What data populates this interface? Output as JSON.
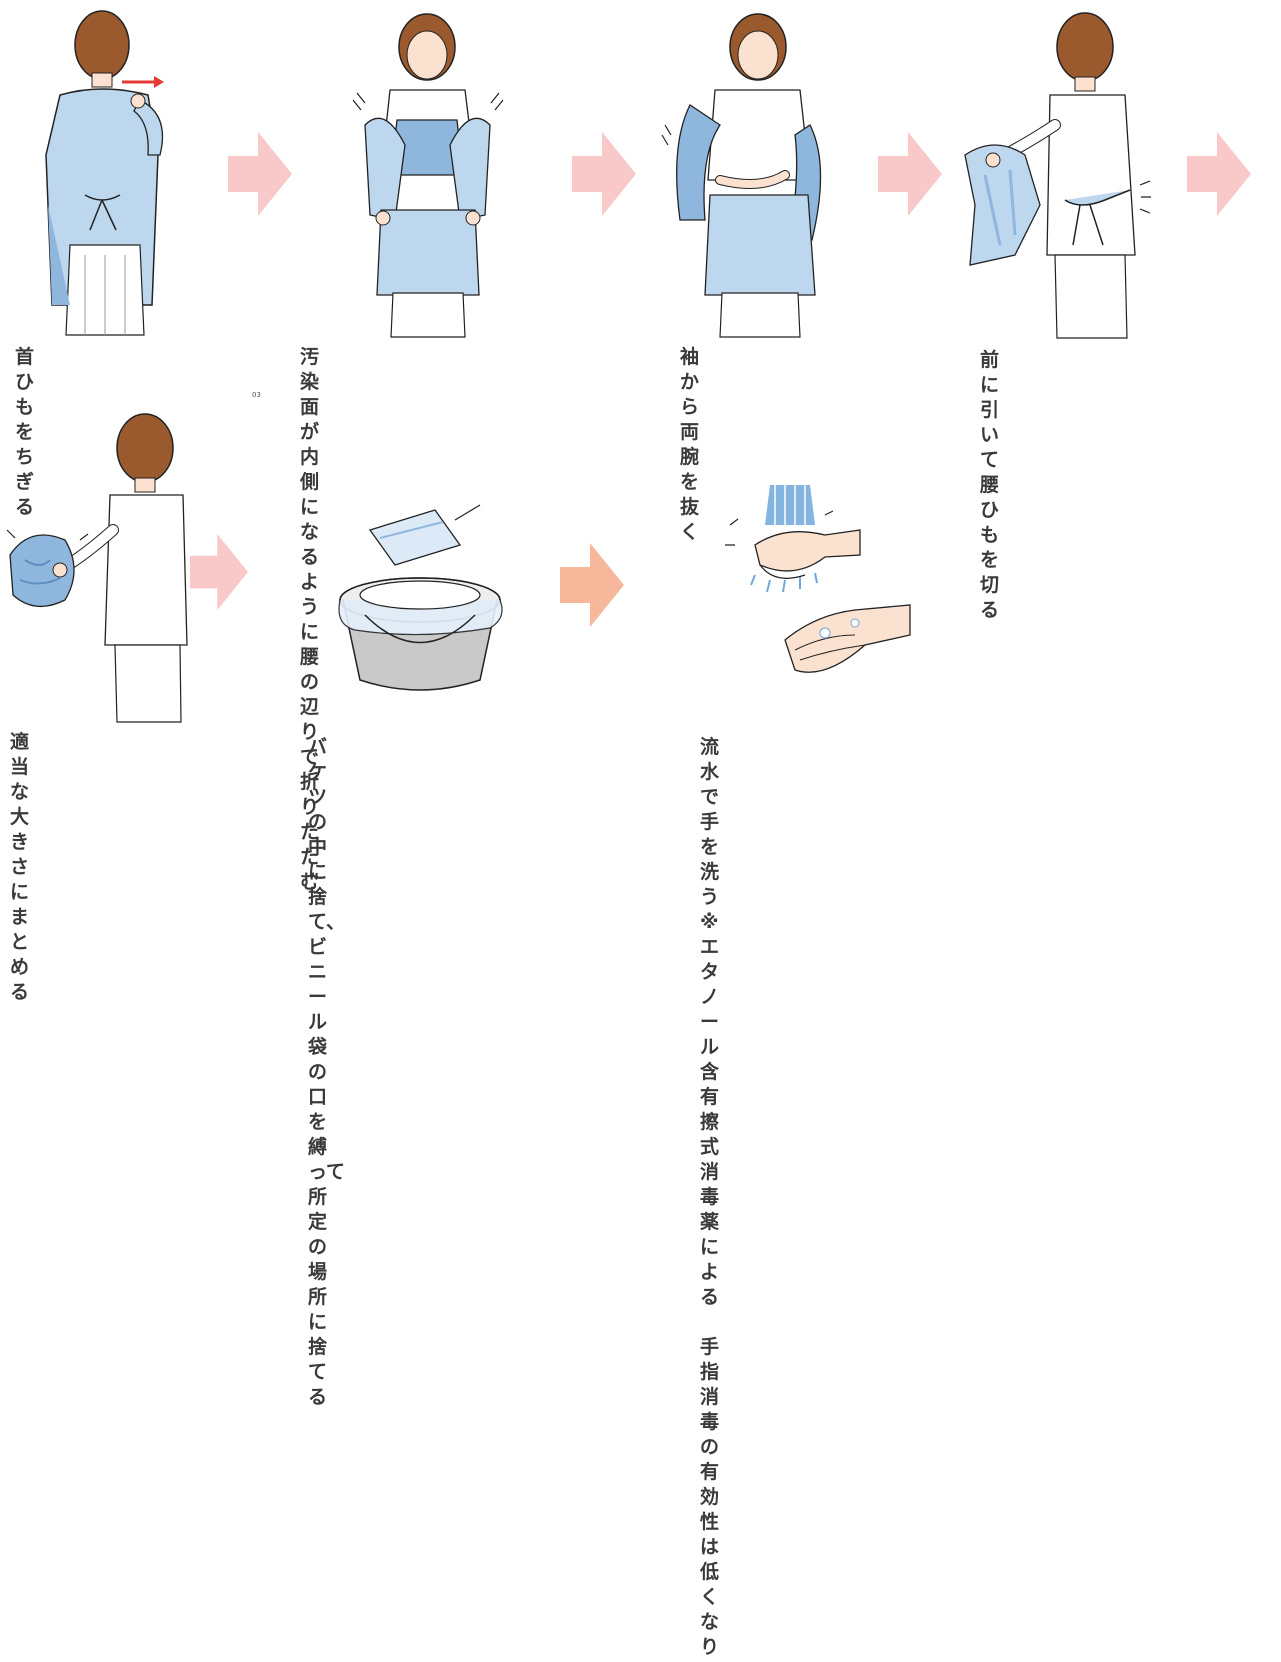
{
  "steps": [
    {
      "caption": "首ひもをちぎる"
    },
    {
      "caption": "汚染面が内側になるように\n腰の辺りで折りたたむ"
    },
    {
      "caption": "袖から両腕を抜く"
    },
    {
      "caption": "前に引いて腰ひもを切る"
    },
    {
      "caption": "適当な大きさにまとめる"
    },
    {
      "caption": "バケツの中に捨て、\nビニール袋の口を縛って\n所定の場所に捨てる"
    },
    {
      "caption": "流水で手を洗う\n※エタノール含有擦式消毒薬による\n　手指消毒の有効性は低くなります"
    }
  ],
  "mark": "03",
  "colors": {
    "gown": "#bcd7ee",
    "gown_dark": "#8fb6dc",
    "hair": "#9b5a2e",
    "skin": "#fbe1cf",
    "arrow": "#f9c9c9",
    "arrow_strong": "#f6b79b",
    "tie_arrow": "#e53935",
    "water": "#6fa8dc",
    "bucket": "#c9c9c9"
  }
}
